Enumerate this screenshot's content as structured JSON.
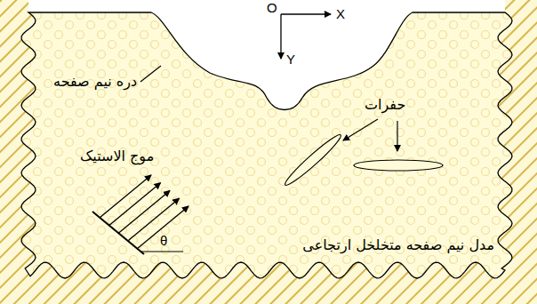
{
  "diagram": {
    "labels": [
      "O",
      "X",
      "Y",
      "دره نیم صفحه",
      "حفرات",
      "موج الاستیک",
      "θ",
      "مدل نیم صفحه متخلخل ارتجاعی"
    ]
  }
}
